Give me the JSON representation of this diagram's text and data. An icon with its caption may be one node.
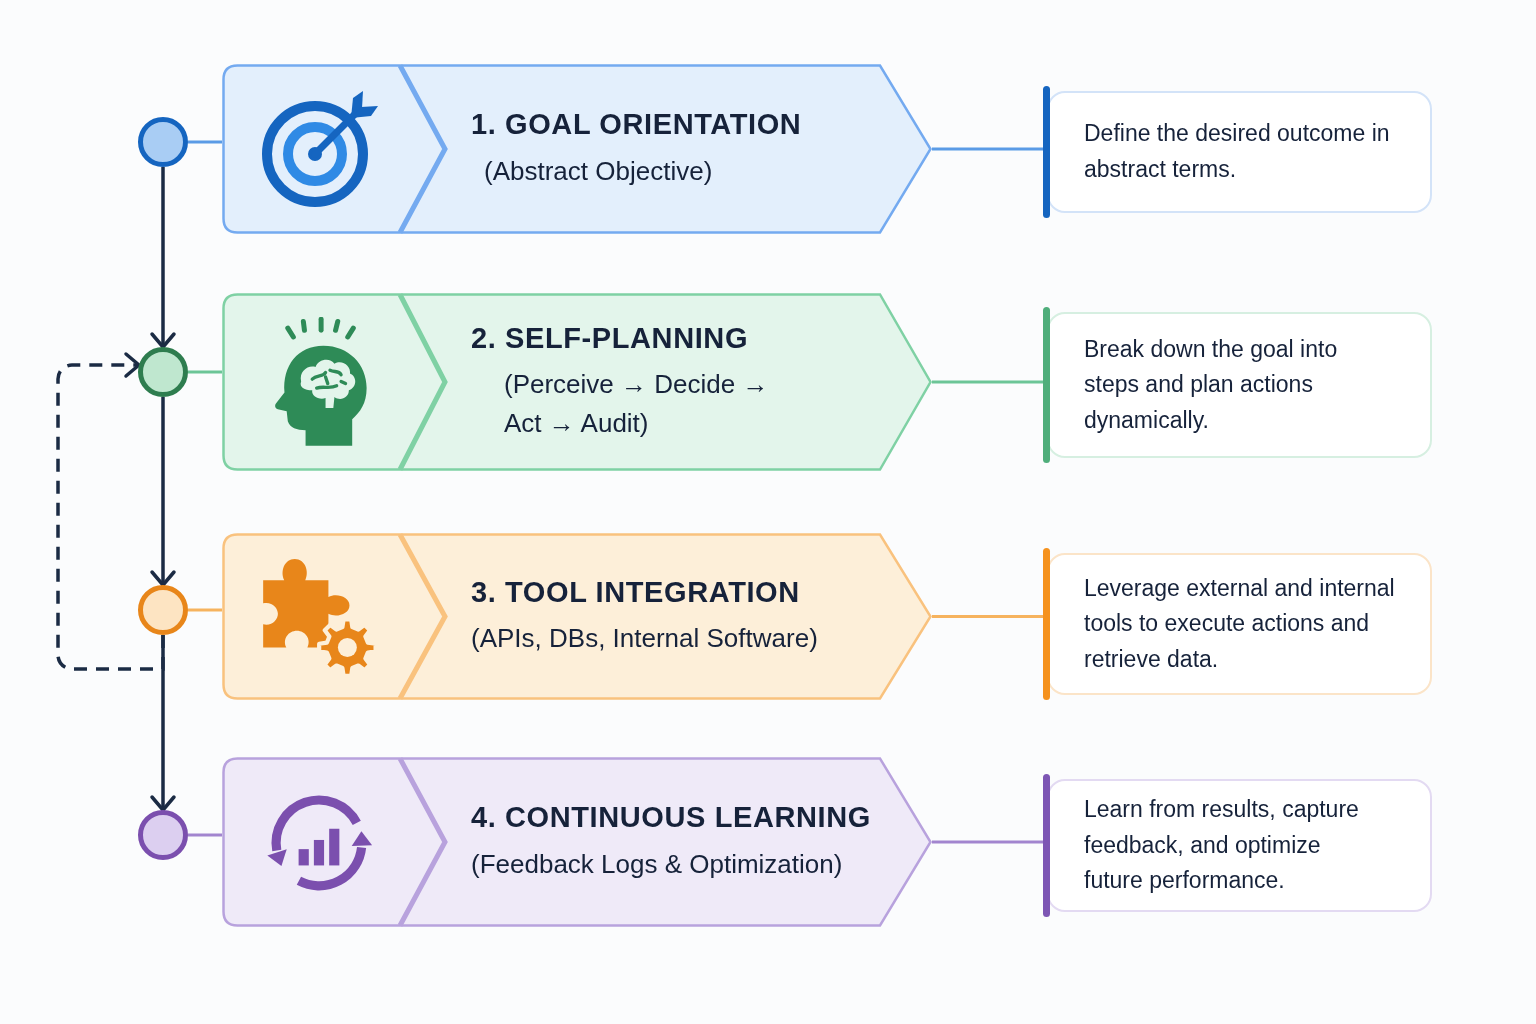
{
  "diagram": {
    "nodes": [
      {
        "text": [],
        "shape": "circle"
      },
      {
        "text": [
          "1. GOAL ORIENTATION",
          "(Abstract Objective)"
        ]
      },
      {
        "text": [
          "Define the desired outcome in abstract terms."
        ]
      },
      {
        "text": [],
        "shape": "circle"
      },
      {
        "text": [
          "2. SELF-PLANNING",
          "(Perceive → Decide → Act → Audit)"
        ]
      },
      {
        "text": [
          "Break down the goal into steps and plan actions dynamically."
        ]
      },
      {
        "text": [],
        "shape": "circle"
      },
      {
        "text": [
          "3. TOOL INTEGRATION",
          "(APIs, DBs, Internal Software)"
        ]
      },
      {
        "text": [
          "Leverage external and internal tools to execute actions and retrieve data."
        ]
      },
      {
        "text": [],
        "shape": "circle"
      },
      {
        "text": [
          "4. CONTINUOUS LEARNING",
          "(Feedback Logs & Optimization)"
        ]
      },
      {
        "text": [
          "Learn from results, capture feedback, and optimize future performance."
        ]
      }
    ],
    "edges": [
      {
        "from": 0,
        "to": 3,
        "arrow": "to"
      },
      {
        "from": 3,
        "to": 6,
        "arrow": "to"
      },
      {
        "from": 6,
        "to": 9,
        "arrow": "to"
      },
      {
        "from": 6,
        "to": 3,
        "arrow": "to",
        "style": "dashed"
      },
      {
        "from": 0,
        "to": 1,
        "arrow": "none",
        "color": "#5a9be6"
      },
      {
        "from": 1,
        "to": 2,
        "arrow": "none",
        "color": "#5a9be6"
      },
      {
        "from": 3,
        "to": 4,
        "arrow": "none",
        "color": "#6cc597"
      },
      {
        "from": 4,
        "to": 5,
        "arrow": "none",
        "color": "#6cc597"
      },
      {
        "from": 6,
        "to": 7,
        "arrow": "none",
        "color": "#f6b35e"
      },
      {
        "from": 7,
        "to": 8,
        "arrow": "none",
        "color": "#f6b35e"
      },
      {
        "from": 9,
        "to": 10,
        "arrow": "none",
        "color": "#a285cf"
      },
      {
        "from": 10,
        "to": 11,
        "arrow": "none",
        "color": "#a285cf"
      }
    ]
  }
}
